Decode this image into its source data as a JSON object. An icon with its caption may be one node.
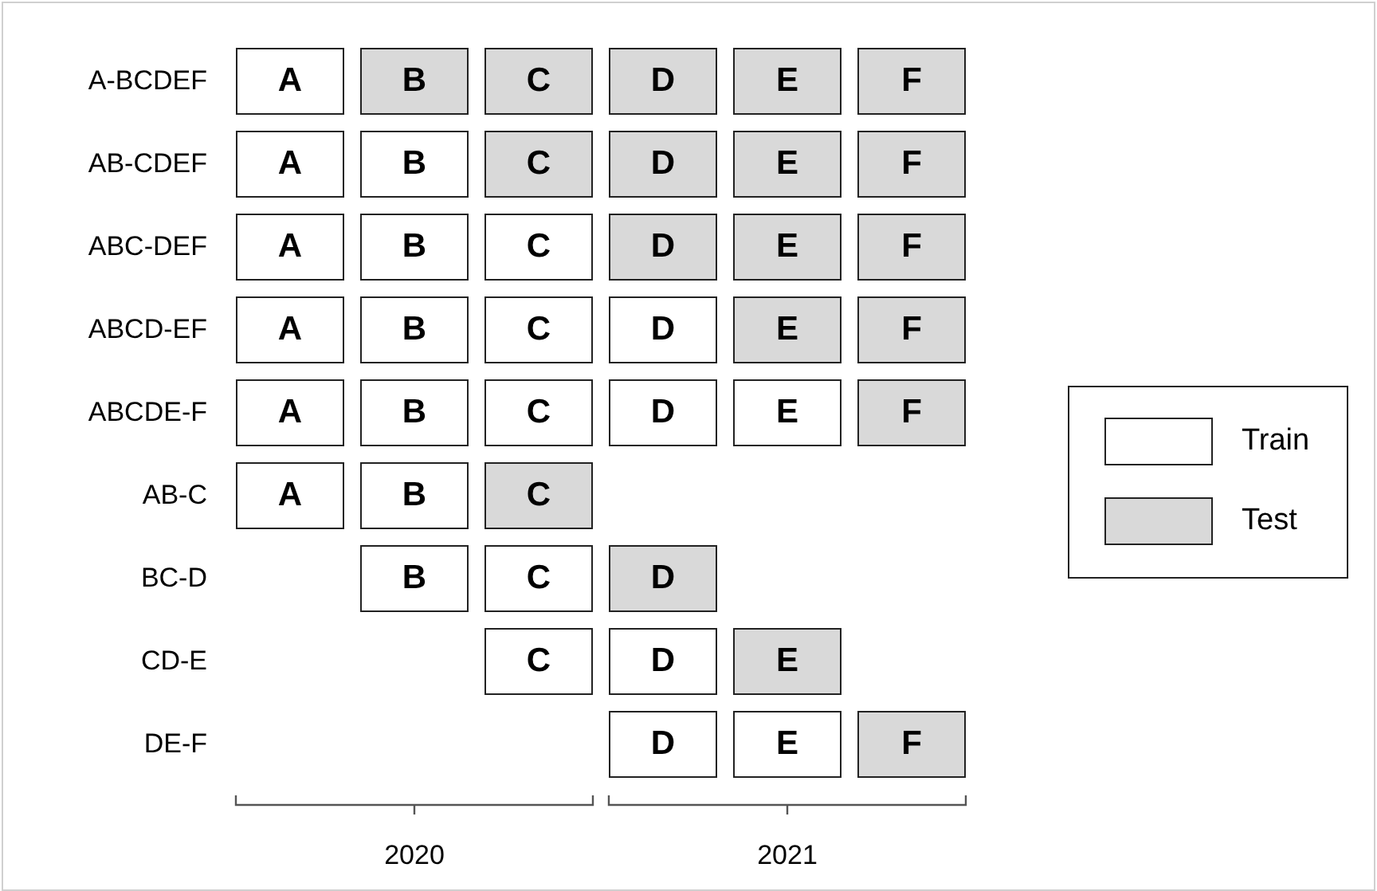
{
  "diagram": {
    "nodes": [
      {
        "text": [
          "A"
        ]
      },
      {
        "text": [
          "B"
        ]
      },
      {
        "text": [
          "C"
        ]
      },
      {
        "text": [
          "D"
        ]
      },
      {
        "text": [
          "E"
        ]
      },
      {
        "text": [
          "F"
        ]
      },
      {
        "text": [
          "A"
        ]
      },
      {
        "text": [
          "B"
        ]
      },
      {
        "text": [
          "C"
        ]
      },
      {
        "text": [
          "D"
        ]
      },
      {
        "text": [
          "E"
        ]
      },
      {
        "text": [
          "F"
        ]
      },
      {
        "text": [
          "A"
        ]
      },
      {
        "text": [
          "B"
        ]
      },
      {
        "text": [
          "C"
        ]
      },
      {
        "text": [
          "D"
        ]
      },
      {
        "text": [
          "E"
        ]
      },
      {
        "text": [
          "F"
        ]
      },
      {
        "text": [
          "A"
        ]
      },
      {
        "text": [
          "B"
        ]
      },
      {
        "text": [
          "C"
        ]
      },
      {
        "text": [
          "D"
        ]
      },
      {
        "text": [
          "E"
        ]
      },
      {
        "text": [
          "F"
        ]
      },
      {
        "text": [
          "A"
        ]
      },
      {
        "text": [
          "B"
        ]
      },
      {
        "text": [
          "C"
        ]
      },
      {
        "text": [
          "D"
        ]
      },
      {
        "text": [
          "E"
        ]
      },
      {
        "text": [
          "F"
        ]
      },
      {
        "text": [
          "A"
        ]
      },
      {
        "text": [
          "B"
        ]
      },
      {
        "text": [
          "C"
        ]
      },
      {
        "text": [
          "B"
        ]
      },
      {
        "text": [
          "C"
        ]
      },
      {
        "text": [
          "D"
        ]
      },
      {
        "text": [
          "C"
        ]
      },
      {
        "text": [
          "D"
        ]
      },
      {
        "text": [
          "E"
        ]
      },
      {
        "text": [
          "D"
        ]
      },
      {
        "text": [
          "E"
        ]
      },
      {
        "text": [
          "F"
        ]
      }
    ],
    "labels": [
      "A-BCDEF",
      "AB-CDEF",
      "ABC-DEF",
      "ABCD-EF",
      "ABCDE-F",
      "AB-C",
      "BC-D",
      "CD-E",
      "DE-F",
      "2020",
      "2021"
    ],
    "legend": [
      {
        "text": "Train",
        "color": "#ffffff"
      },
      {
        "text": "Test",
        "color": "#d9d9d9"
      }
    ]
  }
}
